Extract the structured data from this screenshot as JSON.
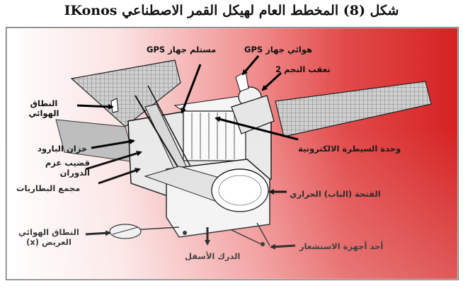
{
  "figure": {
    "title": "شكل (8) المخطط العام لهيكل القمر الاصطناعي IKonos"
  },
  "labels": {
    "gps_receiver": "مستلم جهاز GPS",
    "gps_antenna": "هوائي جهاز GPS",
    "star_tracker": "تعقب النجم 2",
    "air_band": "النطاق\nالهوائي",
    "electronic_control": "وحدة السيطرة الالكترونية",
    "fuel_tank": "خزان البارود",
    "momentum_rod": "قضيب عزم\nالدوران",
    "battery_pack": "مجمع البطاريات",
    "thermal_door": "الفتحة (الباب) الحراري",
    "wide_band_antenna": "النطاق الهوائي\nالعريض (x)",
    "lower_ladder": "الدرك الأسفل",
    "sensors": "أحد أجهزة الاستشعار"
  }
}
